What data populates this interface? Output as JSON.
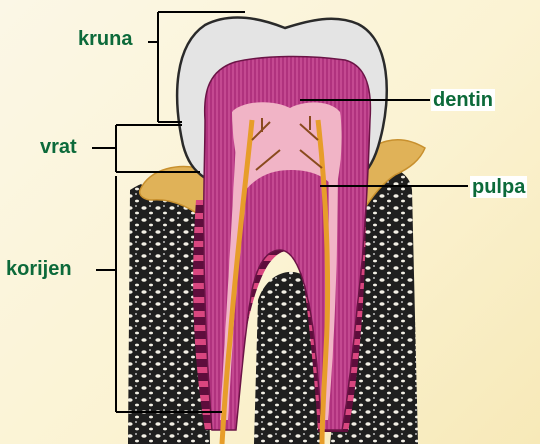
{
  "labels": {
    "crown": "kruna",
    "neck": "vrat",
    "root": "korijen",
    "dentin": "dentin",
    "pulp": "pulpa"
  },
  "colors": {
    "background": "#fbf3d3",
    "label_text": "#0c6a3a",
    "enamel": "#e4e4e4",
    "dentin": "#b0327e",
    "pulp": "#f1b4c6",
    "gum": "#e0b258",
    "nerve": "#e79d2a",
    "bone": "#1f1f1f",
    "leader_line": "#000000"
  }
}
